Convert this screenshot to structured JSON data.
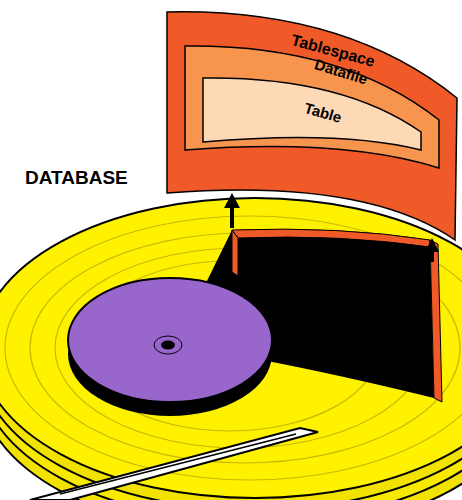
{
  "diagram": {
    "nodes": [
      {
        "text": [
          "Tablespace"
        ]
      },
      {
        "text": [
          "Datafile"
        ],
        "in": 0
      },
      {
        "text": [
          "Table"
        ],
        "in": 1
      }
    ],
    "labels": [
      "DATABASE"
    ]
  }
}
